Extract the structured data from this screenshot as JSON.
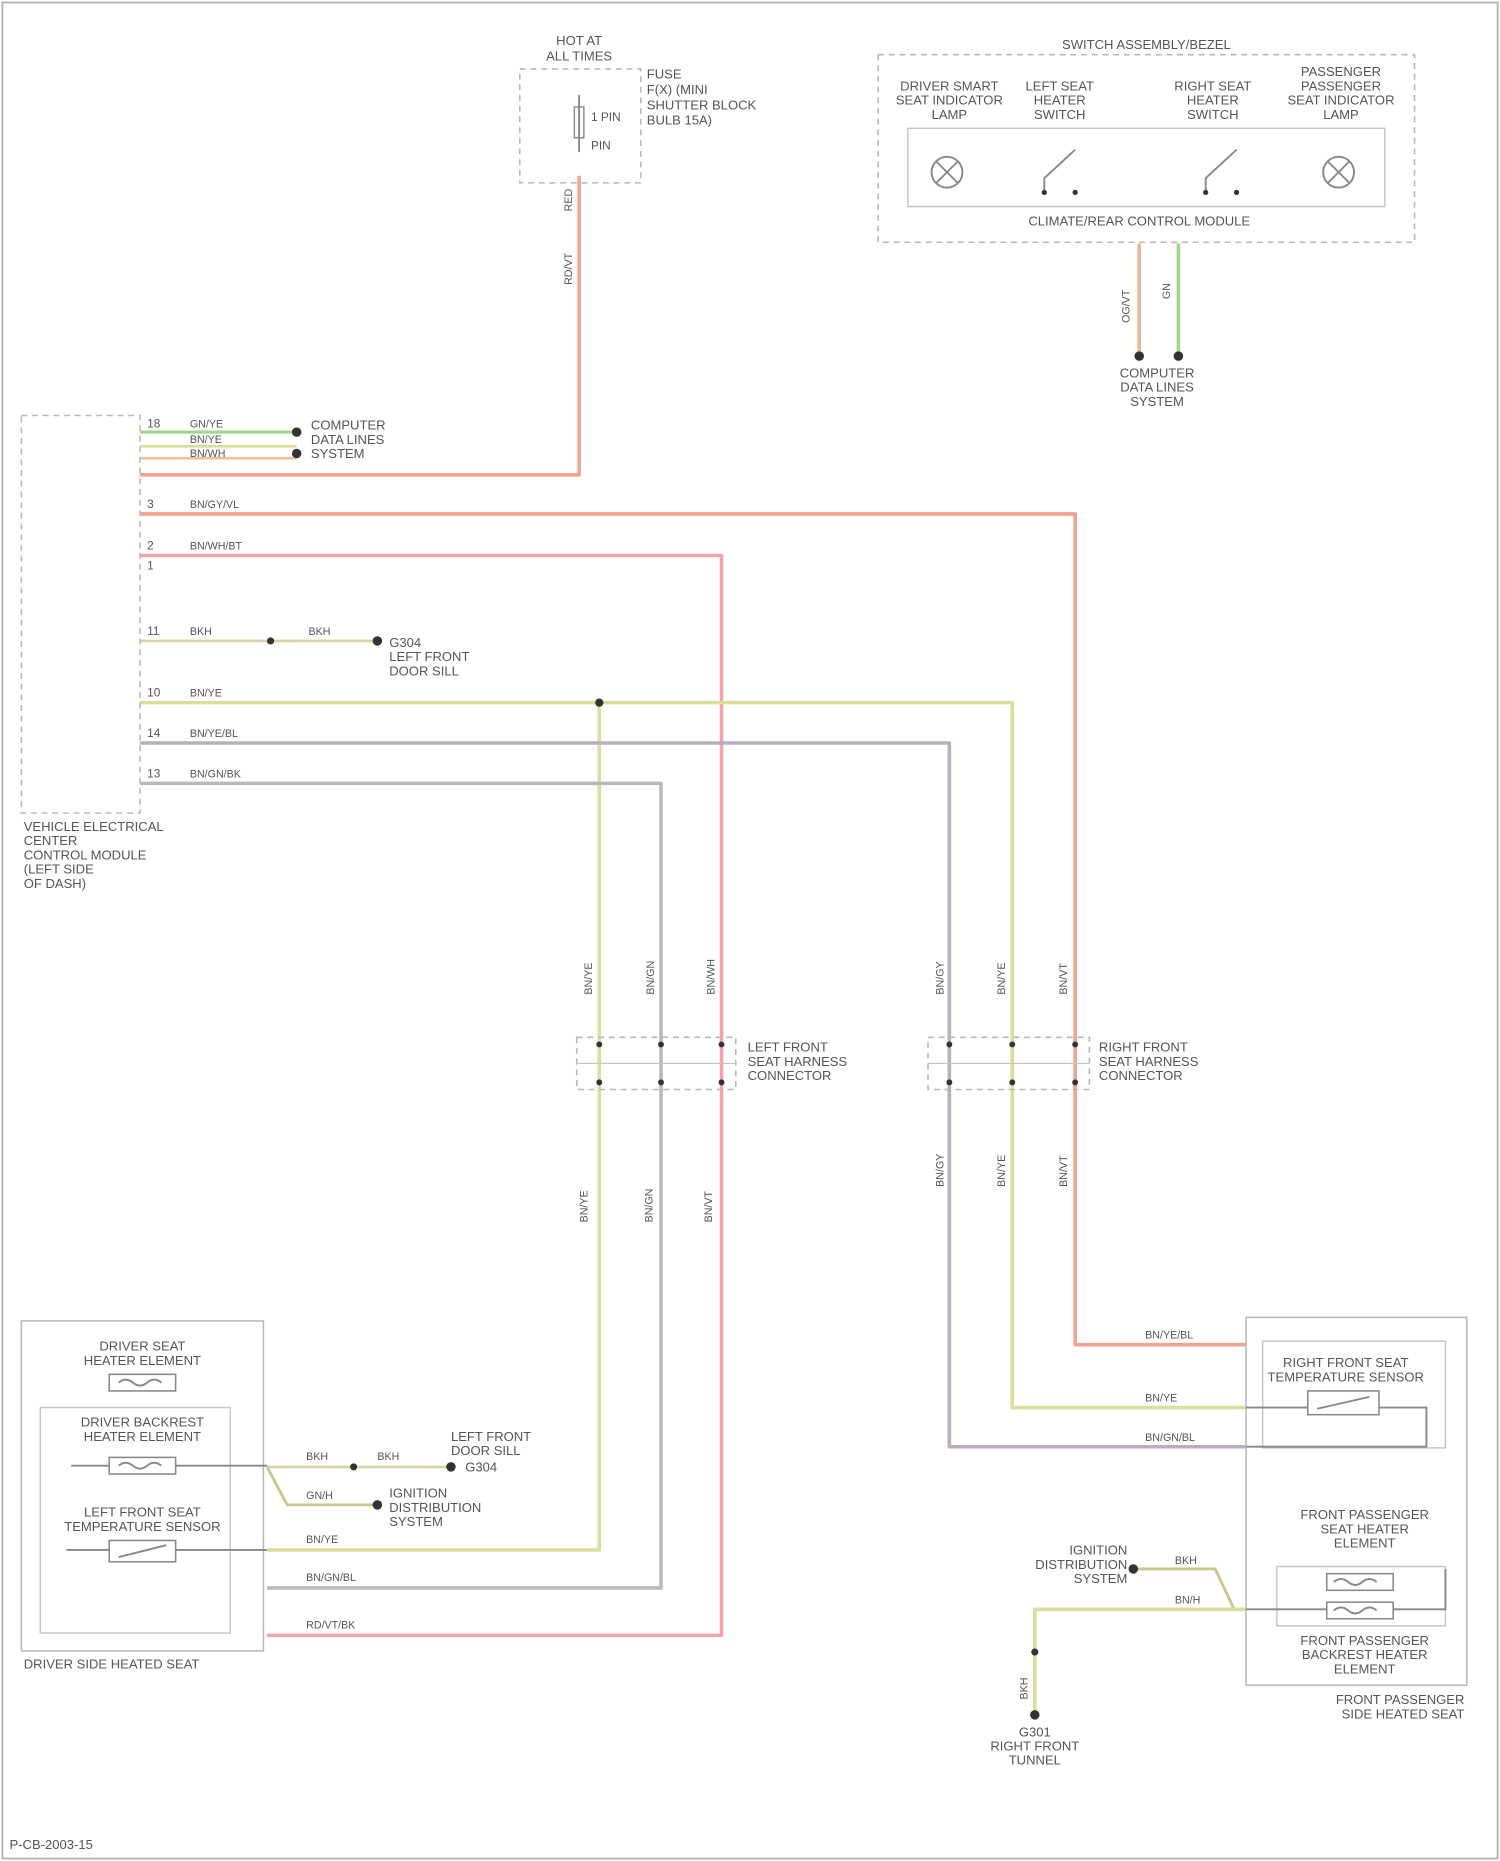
{
  "diagram": {
    "fuse_block_heading": [
      "HOT AT",
      "ALL TIMES"
    ],
    "fuse_label": [
      "FUSE",
      "F(X) (MINI",
      "SHUTTER BLOCK",
      "BULB 15A)"
    ],
    "fuse_terms": [
      "1 PIN",
      "PIN"
    ],
    "switch_assembly_title": "SWITCH ASSEMBLY/BEZEL",
    "switch_assembly_items": [
      [
        "DRIVER SMART",
        "SEAT INDICATOR",
        "LAMP"
      ],
      [
        "LEFT SEAT",
        "HEATER",
        "SWITCH"
      ],
      [
        "RIGHT SEAT",
        "HEATER",
        "SWITCH"
      ],
      [
        "PASSENGER",
        "PASSENGER",
        "SEAT INDICATOR",
        "LAMP"
      ]
    ],
    "climate_control_module": "CLIMATE/REAR CONTROL MODULE",
    "climate_ground": [
      "COMPUTER",
      "DATA LINES",
      "SYSTEM"
    ],
    "bcm_label": [
      "VEHICLE ELECTRICAL",
      "CENTER",
      "CONTROL MODULE",
      "(LEFT SIDE",
      "OF DASH)"
    ],
    "bcm_data_lines": [
      "COMPUTER",
      "DATA LINES",
      "SYSTEM"
    ],
    "ground_lf_door": [
      "G304",
      "LEFT FRONT",
      "DOOR SILL"
    ],
    "left_connector": [
      "LEFT FRONT",
      "SEAT HARNESS",
      "CONNECTOR"
    ],
    "right_connector": [
      "RIGHT FRONT",
      "SEAT HARNESS",
      "CONNECTOR"
    ],
    "driver_seat_title": [
      "DRIVER SEAT",
      "HEATER ELEMENT"
    ],
    "driver_backrest": [
      "DRIVER BACKREST",
      "HEATER ELEMENT"
    ],
    "driver_sensor": [
      "LEFT FRONT SEAT",
      "TEMPERATURE SENSOR"
    ],
    "driver_footer": "DRIVER SIDE HEATED SEAT",
    "ground_lf_door2": [
      "LEFT FRONT",
      "DOOR SILL",
      "G304"
    ],
    "ignition_label": [
      "IGNITION",
      "DISTRIBUTION",
      "SYSTEM"
    ],
    "pass_sensor": [
      "RIGHT FRONT SEAT",
      "TEMPERATURE SENSOR"
    ],
    "pass_seat_element": [
      "FRONT PASSENGER",
      "SEAT HEATER",
      "ELEMENT"
    ],
    "pass_backrest": [
      "FRONT PASSENGER",
      "BACKREST HEATER",
      "ELEMENT"
    ],
    "pass_footer": [
      "FRONT PASSENGER",
      "SIDE HEATED SEAT"
    ],
    "ignition_label2": [
      "IGNITION",
      "DISTRIBUTION",
      "SYSTEM"
    ],
    "ground_g301": [
      "G301",
      "RIGHT FRONT",
      "TUNNEL"
    ],
    "bcm_pins": [
      "18",
      "3",
      "2",
      "1",
      "11",
      "10",
      "14",
      "13"
    ],
    "wire_codes": {
      "fuse_out": [
        "RED",
        "RD/VT"
      ],
      "bcm_top": [
        "GN/YE",
        "BN/YE",
        "BN/WH"
      ],
      "bcm_3": "BN/GY/VL",
      "bcm_2": "BN/WH/BT",
      "bcm_11": [
        "BKH",
        "BKH"
      ],
      "bcm_10": "BN/YE",
      "bcm_14": "BN/YE/BL",
      "bcm_13": "BN/GN/BK",
      "climate": [
        "OG/VT",
        "GN"
      ],
      "vertical_upper": [
        "BN/YE",
        "BN/GN",
        "BN/WH",
        "BN/GY",
        "BN/YE",
        "BN/VT"
      ],
      "vertical_lower": [
        "BN/YE",
        "BN/GN",
        "BN/VT",
        "BN/GY",
        "BN/YE",
        "BN/VT"
      ],
      "driver_side": [
        "BKH",
        "BKH",
        "GN/H",
        "BN/YE",
        "BN/GN/BL",
        "RD/VT/BK"
      ],
      "pass_side": [
        "BN/YE/BL",
        "BN/YE",
        "BN/GN/BL",
        "BKH",
        "BN/H",
        "BKH"
      ]
    },
    "page_code": "P-CB-2003-15"
  }
}
